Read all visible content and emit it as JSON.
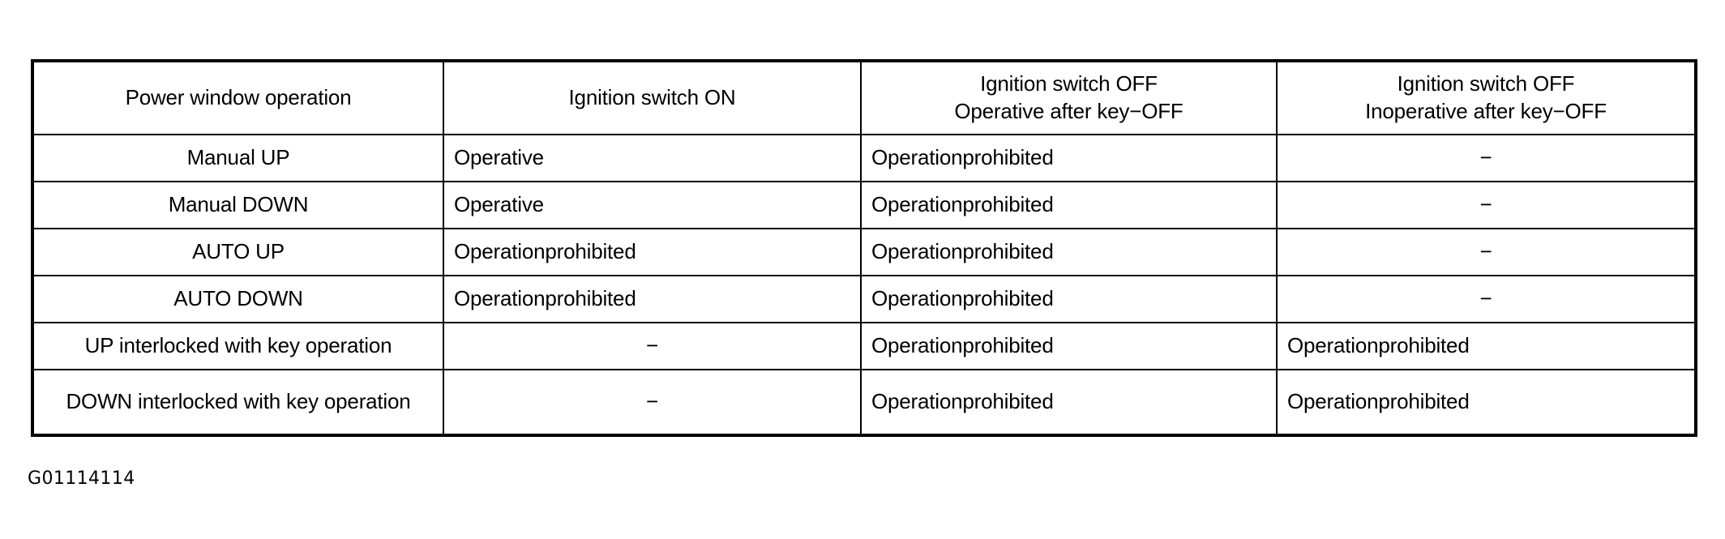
{
  "table": {
    "columns": [
      {
        "id": "operation",
        "header_lines": [
          "Power window operation"
        ]
      },
      {
        "id": "ign_on",
        "header_lines": [
          "Ignition switch ON"
        ]
      },
      {
        "id": "ign_off_operative",
        "header_lines": [
          "Ignition switch OFF",
          "Operative after key−OFF"
        ]
      },
      {
        "id": "ign_off_inoperative",
        "header_lines": [
          "Ignition switch OFF",
          "Inoperative after key−OFF"
        ]
      }
    ],
    "rows": [
      {
        "operation": "Manual UP",
        "ign_on": "Operative",
        "ign_off_operative": "Operationprohibited",
        "ign_off_inoperative": "−"
      },
      {
        "operation": "Manual DOWN",
        "ign_on": "Operative",
        "ign_off_operative": "Operationprohibited",
        "ign_off_inoperative": "−"
      },
      {
        "operation": "AUTO UP",
        "ign_on": "Operationprohibited",
        "ign_off_operative": "Operationprohibited",
        "ign_off_inoperative": "−"
      },
      {
        "operation": "AUTO DOWN",
        "ign_on": "Operationprohibited",
        "ign_off_operative": "Operationprohibited",
        "ign_off_inoperative": "−"
      },
      {
        "operation": "UP interlocked with key operation",
        "ign_on": "−",
        "ign_off_operative": "Operationprohibited",
        "ign_off_inoperative": "Operationprohibited"
      },
      {
        "operation": "DOWN interlocked with key operation",
        "ign_on": "−",
        "ign_off_operative": "Operationprohibited",
        "ign_off_inoperative": "Operationprohibited"
      }
    ]
  },
  "caption": "G01114114"
}
